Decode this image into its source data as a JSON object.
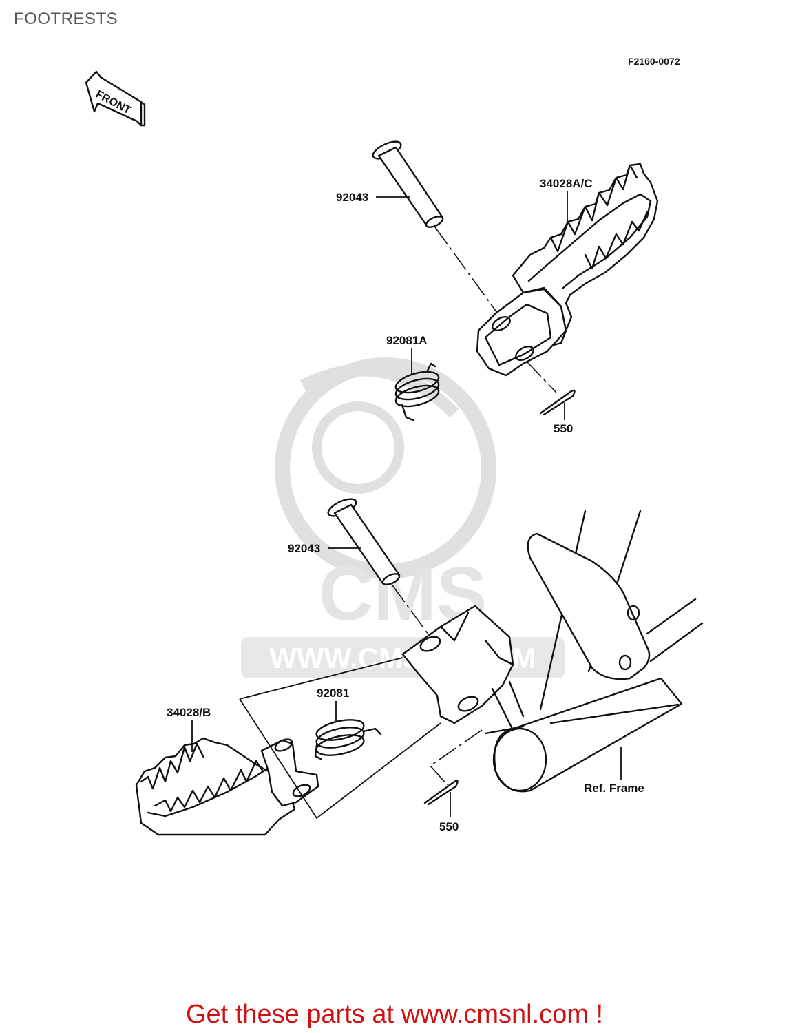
{
  "page": {
    "title": "FOOTRESTS",
    "ref_code": "F2160-0072",
    "front_label": "FRONT",
    "watermark_text": "CMS",
    "watermark_url": "WWW.CMSNL.COM",
    "cta": "Get these parts at www.cmsnl.com !"
  },
  "parts": {
    "pin_upper": "92043",
    "footrest_right": "34028A/C",
    "spring_upper": "92081A",
    "cotter_upper": "550",
    "pin_lower": "92043",
    "footrest_left": "34028/B",
    "spring_lower": "92081",
    "cotter_lower": "550",
    "frame": "Ref. Frame"
  },
  "colors": {
    "line": "#111111",
    "watermark": "#c8c8c8",
    "cta": "#d01010",
    "title": "#555555"
  }
}
